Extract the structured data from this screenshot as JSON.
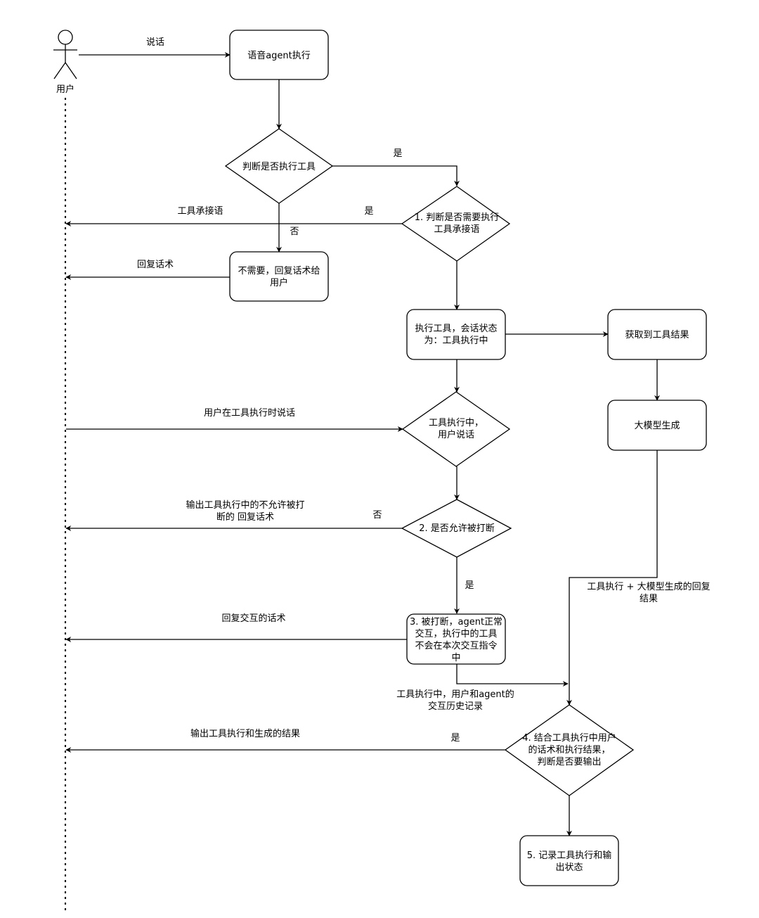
{
  "actor": {
    "label": "用户"
  },
  "nodes": {
    "voice_agent": {
      "lines": [
        "语音agent执行"
      ]
    },
    "decide_tool": {
      "lines": [
        "判断是否执行工具"
      ]
    },
    "decide_bridge": {
      "lines": [
        "1. 判断是否需要执行",
        "工具承接语"
      ]
    },
    "no_need_reply": {
      "lines": [
        "不需要，回复话术给",
        "用户"
      ]
    },
    "exec_tool": {
      "lines": [
        "执行工具，会话状态",
        "为：工具执行中"
      ]
    },
    "get_result": {
      "lines": [
        "获取到工具结果"
      ]
    },
    "llm_generate": {
      "lines": [
        "大模型生成"
      ]
    },
    "user_speaks": {
      "lines": [
        "工具执行中，",
        "用户说话"
      ]
    },
    "allow_interrupt": {
      "lines": [
        "2. 是否允许被打断"
      ]
    },
    "interrupted": {
      "lines": [
        "3. 被打断，agent正常",
        "交互，执行中的工具",
        "不会在本次交互指令",
        "中"
      ]
    },
    "combine": {
      "lines": [
        "4. 结合工具执行中用户",
        "的话术和执行结果，",
        "判断是否要输出"
      ]
    },
    "record": {
      "lines": [
        "5. 记录工具执行和输",
        "出状态"
      ]
    }
  },
  "edge_labels": {
    "speak": "说话",
    "yes_1": "是",
    "no_1": "否",
    "bridge_phrase": "工具承接语",
    "yes_2": "是",
    "reply_phrase": "回复话术",
    "user_speaks_during": "用户在工具执行时说话",
    "no_interrupt_reply": [
      "输出工具执行中的不允许被打",
      "断的 回复话术"
    ],
    "no_2": "否",
    "yes_3": "是",
    "interactive_reply": "回复交互的话术",
    "tool_llm_result": [
      "工具执行 + 大模型生成的回复",
      "结果"
    ],
    "history": [
      "工具执行中，用户和agent的",
      "交互历史记录"
    ],
    "output_result": "输出工具执行和生成的结果",
    "yes_4": "是"
  }
}
